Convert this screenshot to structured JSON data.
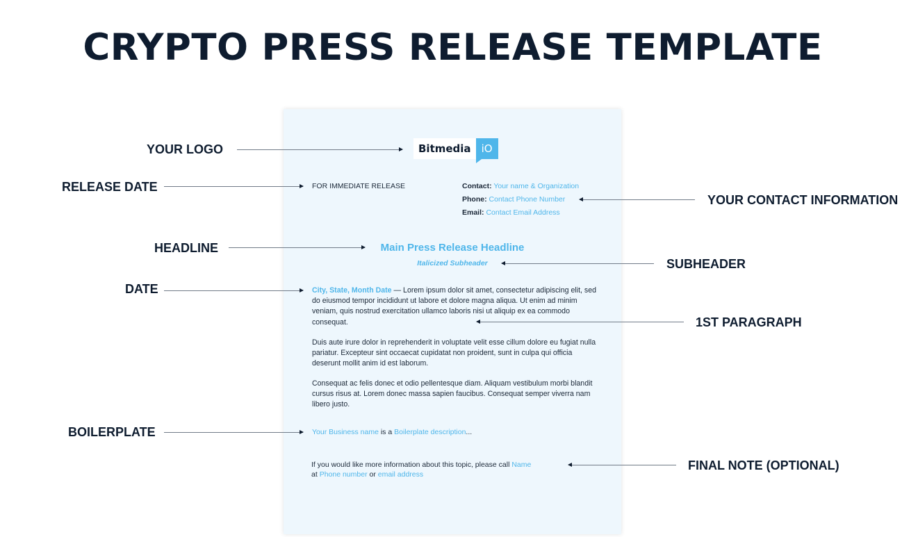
{
  "title": "CRYPTO PRESS RELEASE TEMPLATE",
  "labels": {
    "logo": "YOUR LOGO",
    "release_date": "RELEASE DATE",
    "contact": "YOUR CONTACT INFORMATION",
    "headline": "HEADLINE",
    "subheader": "SUBHEADER",
    "date": "DATE",
    "first_paragraph": "1ST PARAGRAPH",
    "boilerplate": "BOILERPLATE",
    "final_note": "FINAL NOTE (OPTIONAL)"
  },
  "logo": {
    "word": "Bitmedia",
    "badge": "iO"
  },
  "document": {
    "release": "FOR IMMEDIATE RELEASE",
    "contact": {
      "contact_key": "Contact:",
      "contact_val": "Your name & Organization",
      "phone_key": "Phone:",
      "phone_val": "Contact Phone Number",
      "email_key": "Email:",
      "email_val": "Contact Email Address"
    },
    "headline": "Main Press Release Headline",
    "subheader": "Italicized Subheader",
    "dateline": "City, State, Month Date",
    "para1": " — Lorem ipsum dolor sit amet, consectetur adipiscing elit, sed do eiusmod tempor incididunt ut labore et dolore magna aliqua. Ut enim ad minim veniam, quis nostrud exercitation ullamco laboris nisi ut aliquip ex ea commodo consequat.",
    "para2": "Duis aute irure dolor in reprehenderit in voluptate velit esse cillum dolore eu fugiat nulla pariatur. Excepteur sint occaecat cupidatat non proident, sunt in culpa qui officia deserunt mollit anim id est laborum.",
    "para3": "Consequat ac felis donec et odio pellentesque diam. Aliquam vestibulum morbi blandit cursus risus at. Lorem donec massa sapien faucibus. Consequat semper viverra nam libero justo.",
    "boilerplate": {
      "business": "Your Business name",
      "is_a": " is a ",
      "description": "Boilerplate description",
      "ellipsis": "..."
    },
    "final_note": {
      "text1": "If you would like more information about this topic, please call ",
      "name": "Name",
      "at": "at ",
      "phone": "Phone number",
      "or": " or ",
      "email": "email address"
    }
  },
  "colors": {
    "navy": "#0e1c2f",
    "accent": "#4fb6ea",
    "doc_bg": "#eef7fd"
  }
}
